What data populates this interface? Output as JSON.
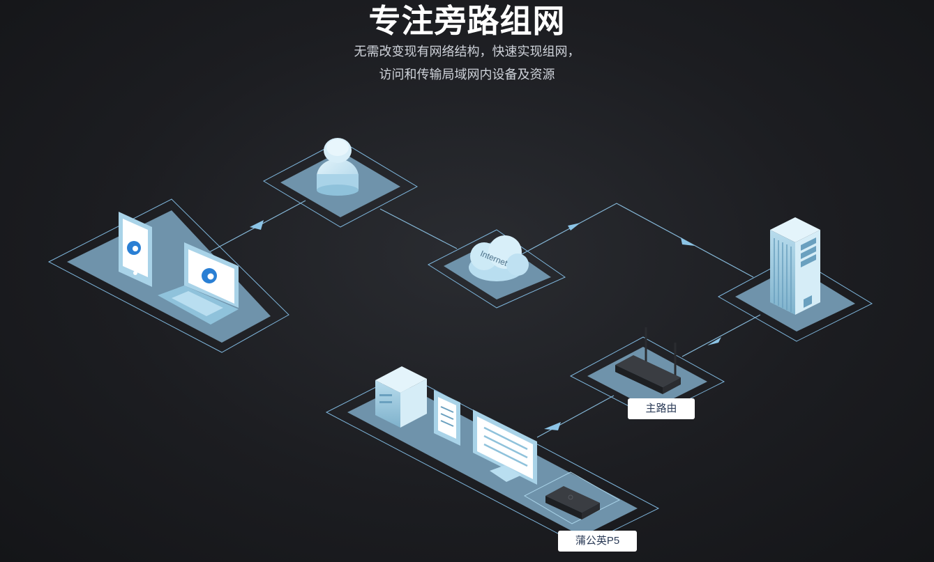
{
  "header": {
    "title": "专注旁路组网",
    "subtitle_line1": "无需改变现有网络结构，快速实现组网，",
    "subtitle_line2": "访问和传输局域网内设备及资源"
  },
  "nodes": {
    "cloud_text": "Internet",
    "main_router_label": "主路由",
    "p5_label": "蒲公英P5"
  },
  "colors": {
    "background": "#1c1d21",
    "platform": "#6f93ab",
    "outline": "#7fb6dc",
    "device_light": "#cfe9f4",
    "device_mid": "#a9d3e8",
    "accent_blue": "#2a7fd4"
  },
  "icons": [
    "user-icon",
    "cloud-icon",
    "server-tower-icon",
    "router-icon",
    "tablet-icon",
    "laptop-icon",
    "pc-tower-icon",
    "monitor-icon",
    "phone-icon",
    "p5-box-icon",
    "arrow-icon"
  ]
}
